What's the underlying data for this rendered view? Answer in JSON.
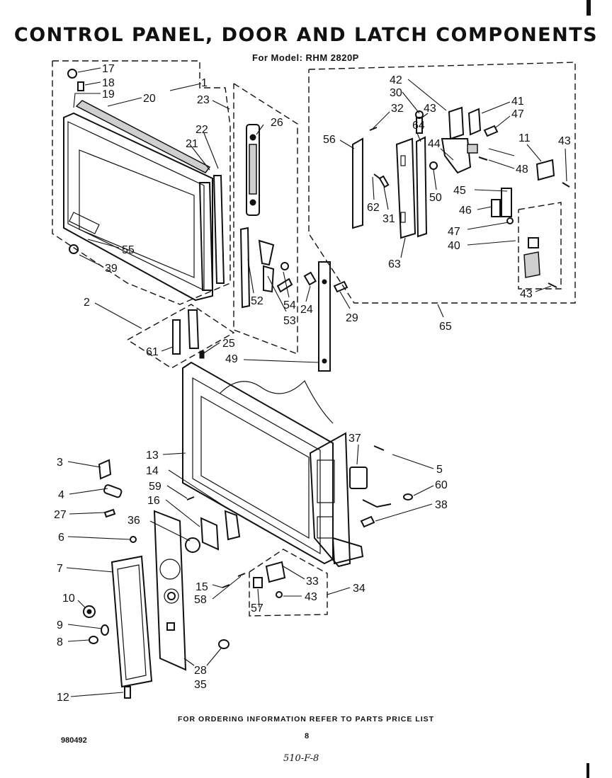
{
  "title": "CONTROL PANEL, DOOR AND LATCH COMPONENTS",
  "model_line": "For Model: RHM 2820P",
  "footer_note": "FOR ORDERING INFORMATION REFER TO PARTS PRICE LIST",
  "document_number": "980492",
  "page_number": "8",
  "handwritten_note": "510-F-8",
  "part_labels": [
    "17",
    "18",
    "19",
    "20",
    "1",
    "23",
    "26",
    "22",
    "21",
    "55",
    "39",
    "2",
    "61",
    "25",
    "49",
    "52",
    "53",
    "54",
    "24",
    "29",
    "42",
    "30",
    "32",
    "43",
    "41",
    "47",
    "56",
    "64",
    "44",
    "11",
    "48",
    "43",
    "50",
    "62",
    "31",
    "45",
    "46",
    "47",
    "40",
    "63",
    "43",
    "65",
    "13",
    "14",
    "59",
    "16",
    "36",
    "3",
    "4",
    "27",
    "6",
    "7",
    "10",
    "9",
    "8",
    "12",
    "28",
    "35",
    "15",
    "58",
    "57",
    "43",
    "33",
    "34",
    "37",
    "5",
    "60",
    "38"
  ]
}
